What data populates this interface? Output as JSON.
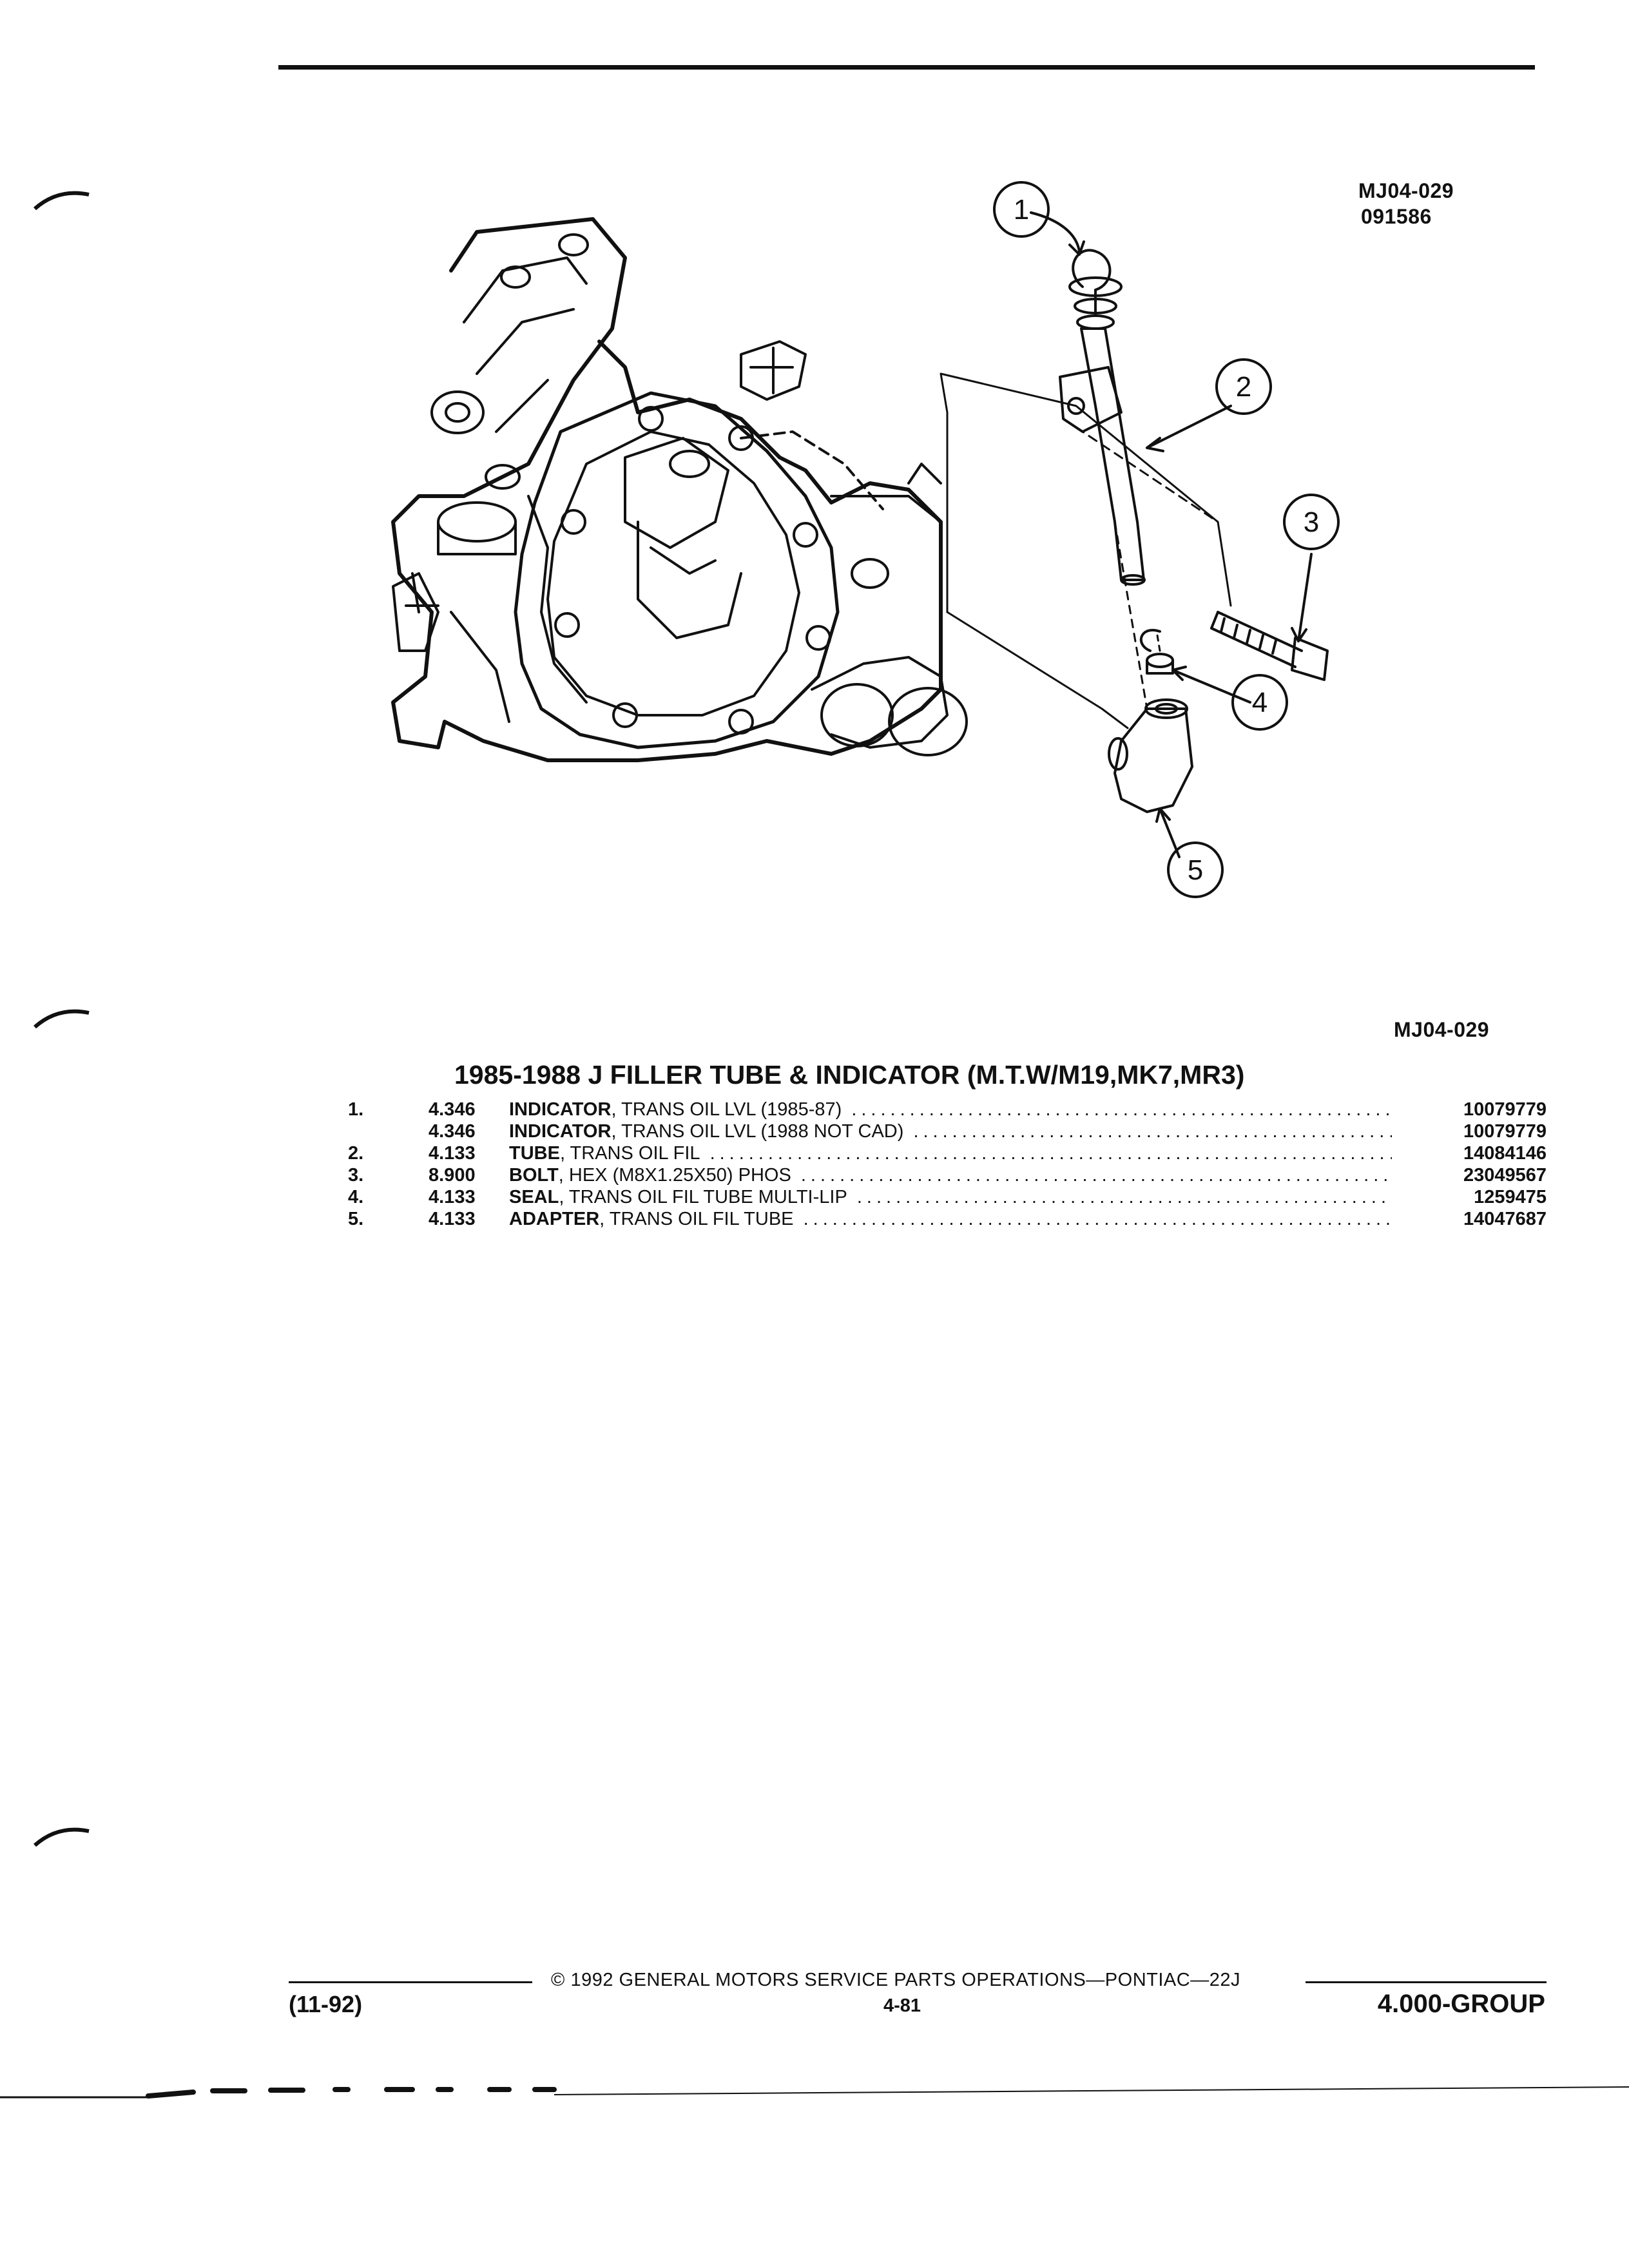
{
  "figure": {
    "code_top": "MJ04-029",
    "date_code": "091586",
    "code_bottom": "MJ04-029",
    "callouts": [
      "1",
      "2",
      "3",
      "4",
      "5"
    ]
  },
  "title": "1985-1988 J FILLER TUBE & INDICATOR (M.T.W/M19,MK7,MR3)",
  "parts": [
    {
      "item": "1.",
      "group": "4.346",
      "name": "INDICATOR",
      "desc": ", TRANS OIL LVL (1985-87)",
      "part": "10079779"
    },
    {
      "item": "",
      "group": "4.346",
      "name": "INDICATOR",
      "desc": ", TRANS OIL LVL (1988 NOT CAD)",
      "part": "10079779"
    },
    {
      "item": "2.",
      "group": "4.133",
      "name": "TUBE",
      "desc": ", TRANS OIL FIL",
      "part": "14084146"
    },
    {
      "item": "3.",
      "group": "8.900",
      "name": "BOLT",
      "desc": ", HEX (M8X1.25X50) PHOS",
      "part": "23049567"
    },
    {
      "item": "4.",
      "group": "4.133",
      "name": "SEAL",
      "desc": ", TRANS OIL FIL TUBE MULTI-LIP",
      "part": "1259475"
    },
    {
      "item": "5.",
      "group": "4.133",
      "name": "ADAPTER",
      "desc": ", TRANS OIL FIL TUBE",
      "part": "14047687"
    }
  ],
  "footer": {
    "copyright": "© 1992 GENERAL MOTORS SERVICE PARTS OPERATIONS—PONTIAC—22J",
    "page": "4-81",
    "date": "(11-92)",
    "group": "4.000-GROUP"
  }
}
